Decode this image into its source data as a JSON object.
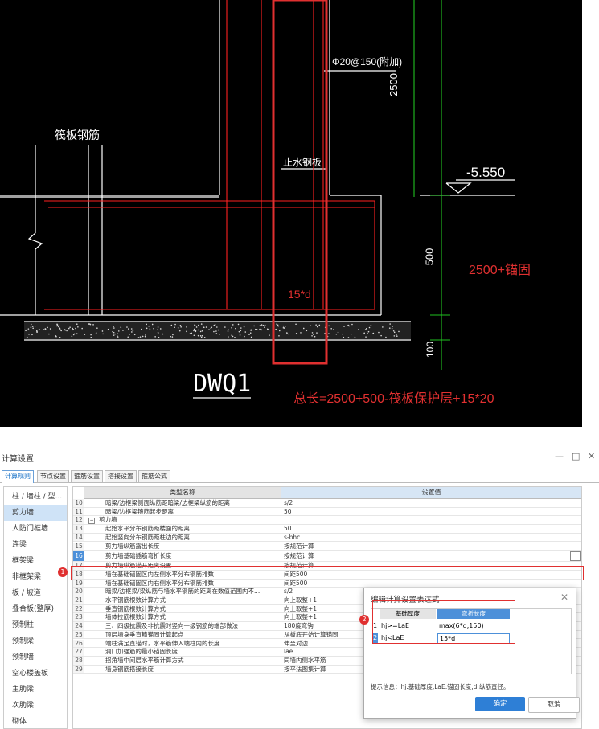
{
  "cad": {
    "label_rebar_spec": "Φ20@150(附加)",
    "label_dim_2500": "2500",
    "label_raft_rebar": "筏板钢筋",
    "label_waterstop": "止水钢板",
    "label_elevation": "-5.550",
    "label_dim_500": "500",
    "label_dim_100": "100",
    "label_anchor": "2500+锚固",
    "label_15d": "15*d",
    "label_wall_code": "DWQ1",
    "label_total": "总长=2500+500-筏板保护层+15*20",
    "colors": {
      "red_annotation": "#e03030",
      "line_red": "#ff2020",
      "line_white": "#ffffff",
      "line_green": "#20c020"
    }
  },
  "dialog": {
    "title": "计算设置",
    "win_min": "—",
    "win_max": "□",
    "win_close": "✕",
    "tabs": [
      "计算规则",
      "节点设置",
      "箍筋设置",
      "搭接设置",
      "箍筋公式"
    ],
    "sidebar": [
      "柱 / 墙柱 / 型...",
      "剪力墙",
      "人防门框墙",
      "连梁",
      "框架梁",
      "非框架梁",
      "板 / 坡道",
      "叠合板(整厚)",
      "预制柱",
      "预制梁",
      "预制墙",
      "空心楼盖板",
      "主肋梁",
      "次肋梁",
      "砌体"
    ],
    "grid_headers": {
      "name": "类型名称",
      "value": "设置值"
    },
    "rows": [
      {
        "n": "10",
        "name": "暗梁/边框梁侧面纵筋距暗梁/边框梁纵筋的距离",
        "val": "s/2"
      },
      {
        "n": "11",
        "name": "暗梁/边框梁箍筋起步距离",
        "val": "50"
      },
      {
        "n": "12",
        "name": "剪力墙",
        "val": "",
        "group": true
      },
      {
        "n": "13",
        "name": "起始水平分布钢筋距楼面的距离",
        "val": "50"
      },
      {
        "n": "14",
        "name": "起始竖向分布钢筋距柱边的距离",
        "val": "s-bhc"
      },
      {
        "n": "15",
        "name": "剪力墙纵筋露出长度",
        "val": "按规范计算"
      },
      {
        "n": "16",
        "name": "剪力墙基础插筋弯折长度",
        "val": "按规范计算",
        "hl": true
      },
      {
        "n": "17",
        "name": "剪力墙纵筋锚开距离设置",
        "val": "按规范计算"
      },
      {
        "n": "18",
        "name": "墙在基础锚固区内左侧水平分布钢筋排数",
        "val": "间距500"
      },
      {
        "n": "19",
        "name": "墙在基础锚固区内右侧水平分布钢筋排数",
        "val": "间距500"
      },
      {
        "n": "20",
        "name": "暗梁/边框梁/梁纵筋与墙水平钢筋的距离在数值范围内不...",
        "val": "s/2"
      },
      {
        "n": "21",
        "name": "水平钢筋根数计算方式",
        "val": "向上取整+1"
      },
      {
        "n": "22",
        "name": "垂直钢筋根数计算方式",
        "val": "向上取整+1"
      },
      {
        "n": "23",
        "name": "墙体拉筋根数计算方式",
        "val": "向上取整+1"
      },
      {
        "n": "24",
        "name": "三、四级抗震及非抗震时竖向一级钢筋的端部做法",
        "val": "180度弯钩"
      },
      {
        "n": "25",
        "name": "顶层墙身垂直筋锚固计算起点",
        "val": "从板底开始计算锚固"
      },
      {
        "n": "26",
        "name": "端柱满足直锚时，水平筋伸入端柱内的长度",
        "val": "伸至对边"
      },
      {
        "n": "27",
        "name": "洞口加强筋的最小锚固长度",
        "val": "lae"
      },
      {
        "n": "28",
        "name": "拐角墙中间层水平筋计算方式",
        "val": "同墙内侧水平筋"
      },
      {
        "n": "29",
        "name": "墙身钢筋搭接长度",
        "val": "按平法图集计算"
      }
    ],
    "more_button": "···",
    "badge1": "1",
    "badge2": "2"
  },
  "popup": {
    "title": "编辑计算设置表达式",
    "close": "✕",
    "col1": "基础厚度",
    "col2": "弯折长度",
    "rows": [
      {
        "n": "1",
        "cond": "hj>=LaE",
        "val": "max(6*d,150)"
      },
      {
        "n": "2",
        "cond": "hj<LaE",
        "val": "15*d"
      }
    ],
    "hint": "提示信息：hj:基础厚度,LaE:锚固长度,d:纵筋直径。",
    "ok": "确定",
    "cancel": "取消"
  }
}
